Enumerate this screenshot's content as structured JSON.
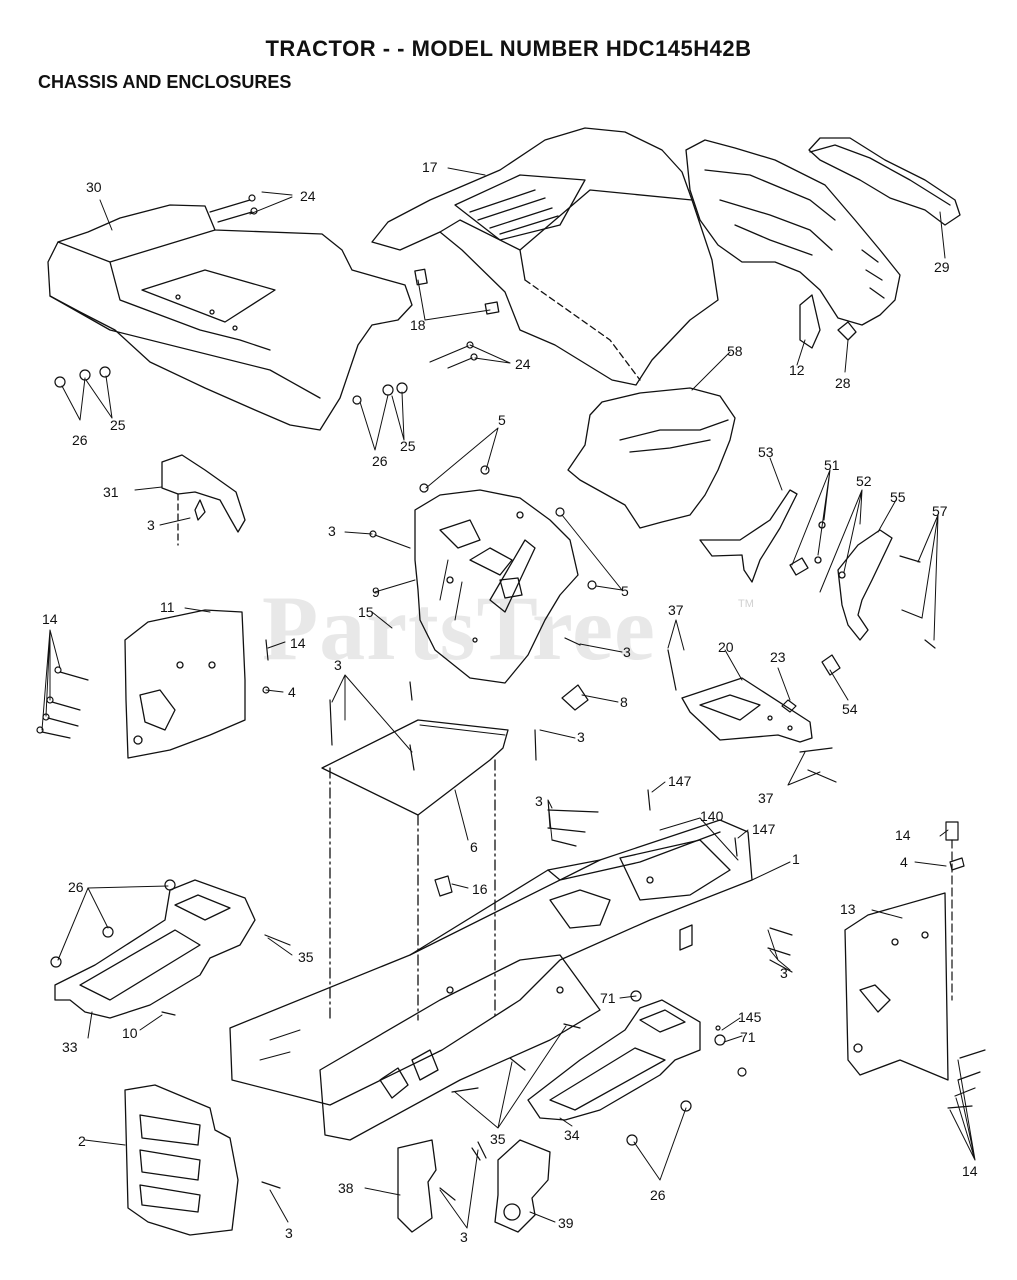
{
  "header": {
    "title": "TRACTOR - - MODEL NUMBER HDC145H42B",
    "section": "CHASSIS AND ENCLOSURES"
  },
  "watermark": {
    "text": "PartsTree",
    "mark": "TM"
  },
  "callouts": {
    "c17": "17",
    "c30": "30",
    "c24a": "24",
    "c24b": "24",
    "c29": "29",
    "c18": "18",
    "c12": "12",
    "c28": "28",
    "c58": "58",
    "c26a": "26",
    "c25a": "25",
    "c26b": "26",
    "c25b": "25",
    "c5a": "5",
    "c5b": "5",
    "c31": "31",
    "c3a": "3",
    "c3b": "3",
    "c9": "9",
    "c53": "53",
    "c51": "51",
    "c52": "52",
    "c55": "55",
    "c57": "57",
    "c11": "11",
    "c14a": "14",
    "c14b": "14",
    "c15": "15",
    "c3c": "3",
    "c4a": "4",
    "c37a": "37",
    "c20": "20",
    "c23": "23",
    "c54": "54",
    "c3d": "3",
    "c8": "8",
    "c3e": "3",
    "c37b": "37",
    "c147a": "147",
    "c3f": "3",
    "c140": "140",
    "c147b": "147",
    "c6": "6",
    "c1": "1",
    "c14c": "14",
    "c4b": "4",
    "c13": "13",
    "c26c": "26",
    "c16": "16",
    "c35a": "35",
    "c3g": "3",
    "c71a": "71",
    "c145": "145",
    "c71b": "71",
    "c33": "33",
    "c10": "10",
    "c2": "2",
    "c35b": "35",
    "c34": "34",
    "c38": "38",
    "c3h": "3",
    "c39": "39",
    "c3i": "3",
    "c26d": "26",
    "c14d": "14"
  }
}
